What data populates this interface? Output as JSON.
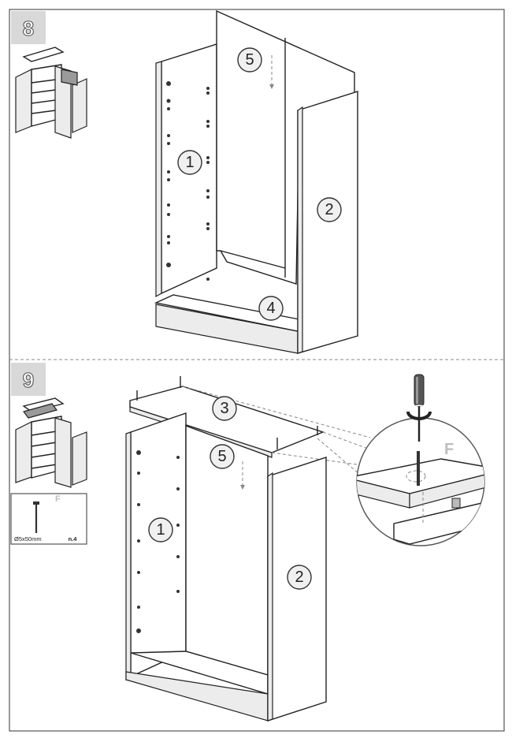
{
  "steps": [
    {
      "number": "8",
      "callouts": [
        "5",
        "1",
        "2",
        "4"
      ]
    },
    {
      "number": "9",
      "callouts": [
        "3",
        "5",
        "1",
        "2"
      ],
      "detail_letter": "F",
      "part": {
        "letter": "F",
        "size": "Ø5x50mm",
        "quantity": "n.4"
      }
    }
  ]
}
